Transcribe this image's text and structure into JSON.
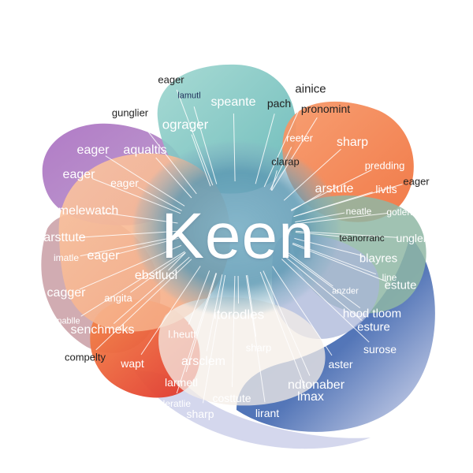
{
  "center": "Keen",
  "colors": {
    "purple": "#9b5fb0",
    "teal": "#7ec9c4",
    "orange": "#f4874e",
    "coral": "#f07f58",
    "navy": "#3d5fa8",
    "sage": "#8fb7a5",
    "mauve": "#c79aa0",
    "red": "#e2452d",
    "peach": "#f6b58f",
    "core": "#6ea6bc"
  },
  "words": [
    {
      "id": "eager-top",
      "text": "eager"
    },
    {
      "id": "gunglier",
      "text": "gunglier"
    },
    {
      "id": "lamutl",
      "text": "lamutl"
    },
    {
      "id": "speante",
      "text": "speante"
    },
    {
      "id": "pach",
      "text": "pach"
    },
    {
      "id": "ainice",
      "text": "ainice"
    },
    {
      "id": "pronomint",
      "text": "pronomint"
    },
    {
      "id": "ograger",
      "text": "ograger"
    },
    {
      "id": "reeter",
      "text": "reeter"
    },
    {
      "id": "sharp-top",
      "text": "sharp"
    },
    {
      "id": "eager-purple",
      "text": "eager"
    },
    {
      "id": "aqualtis",
      "text": "aqualtis"
    },
    {
      "id": "clarap",
      "text": "clarap"
    },
    {
      "id": "predding",
      "text": "predding"
    },
    {
      "id": "eager-right",
      "text": "eager"
    },
    {
      "id": "eager-left",
      "text": "eager"
    },
    {
      "id": "eager-inner",
      "text": "eager"
    },
    {
      "id": "arstute-top",
      "text": "arstute"
    },
    {
      "id": "livtls",
      "text": "livtls"
    },
    {
      "id": "melewatch",
      "text": "melewatch"
    },
    {
      "id": "neatle",
      "text": "neatle"
    },
    {
      "id": "gotlene",
      "text": "gotlene"
    },
    {
      "id": "arsttute",
      "text": "arsttute"
    },
    {
      "id": "teanorranc",
      "text": "teanorranc"
    },
    {
      "id": "ungler",
      "text": "ungler"
    },
    {
      "id": "imatle",
      "text": "imatle"
    },
    {
      "id": "eager-mid",
      "text": "eager"
    },
    {
      "id": "blayres",
      "text": "blayres"
    },
    {
      "id": "ebstlucl",
      "text": "ebstlucl"
    },
    {
      "id": "line",
      "text": "line"
    },
    {
      "id": "estute",
      "text": "estute"
    },
    {
      "id": "cagger",
      "text": "cagger"
    },
    {
      "id": "angita",
      "text": "angita"
    },
    {
      "id": "anzder",
      "text": "anzder"
    },
    {
      "id": "itorodles",
      "text": "itorodles"
    },
    {
      "id": "hood-tloom",
      "text": "hood tloom"
    },
    {
      "id": "nablle",
      "text": "nablle"
    },
    {
      "id": "esture",
      "text": "esture"
    },
    {
      "id": "senchmeks",
      "text": "senchmeks"
    },
    {
      "id": "lheutt",
      "text": "l.heutt"
    },
    {
      "id": "sharp-mid",
      "text": "sharp"
    },
    {
      "id": "surose",
      "text": "surose"
    },
    {
      "id": "compelty",
      "text": "compelty"
    },
    {
      "id": "wapt",
      "text": "wapt"
    },
    {
      "id": "arsclem",
      "text": "arsclem"
    },
    {
      "id": "aster",
      "text": "aster"
    },
    {
      "id": "lametl",
      "text": "larmetl"
    },
    {
      "id": "ndtonaber",
      "text": "ndtonaber"
    },
    {
      "id": "imax",
      "text": "lmax"
    },
    {
      "id": "coleratlie",
      "text": "coleratlie"
    },
    {
      "id": "costtute",
      "text": "costtute"
    },
    {
      "id": "sharp-bottom",
      "text": "sharp"
    },
    {
      "id": "lirant",
      "text": "lirant"
    }
  ]
}
